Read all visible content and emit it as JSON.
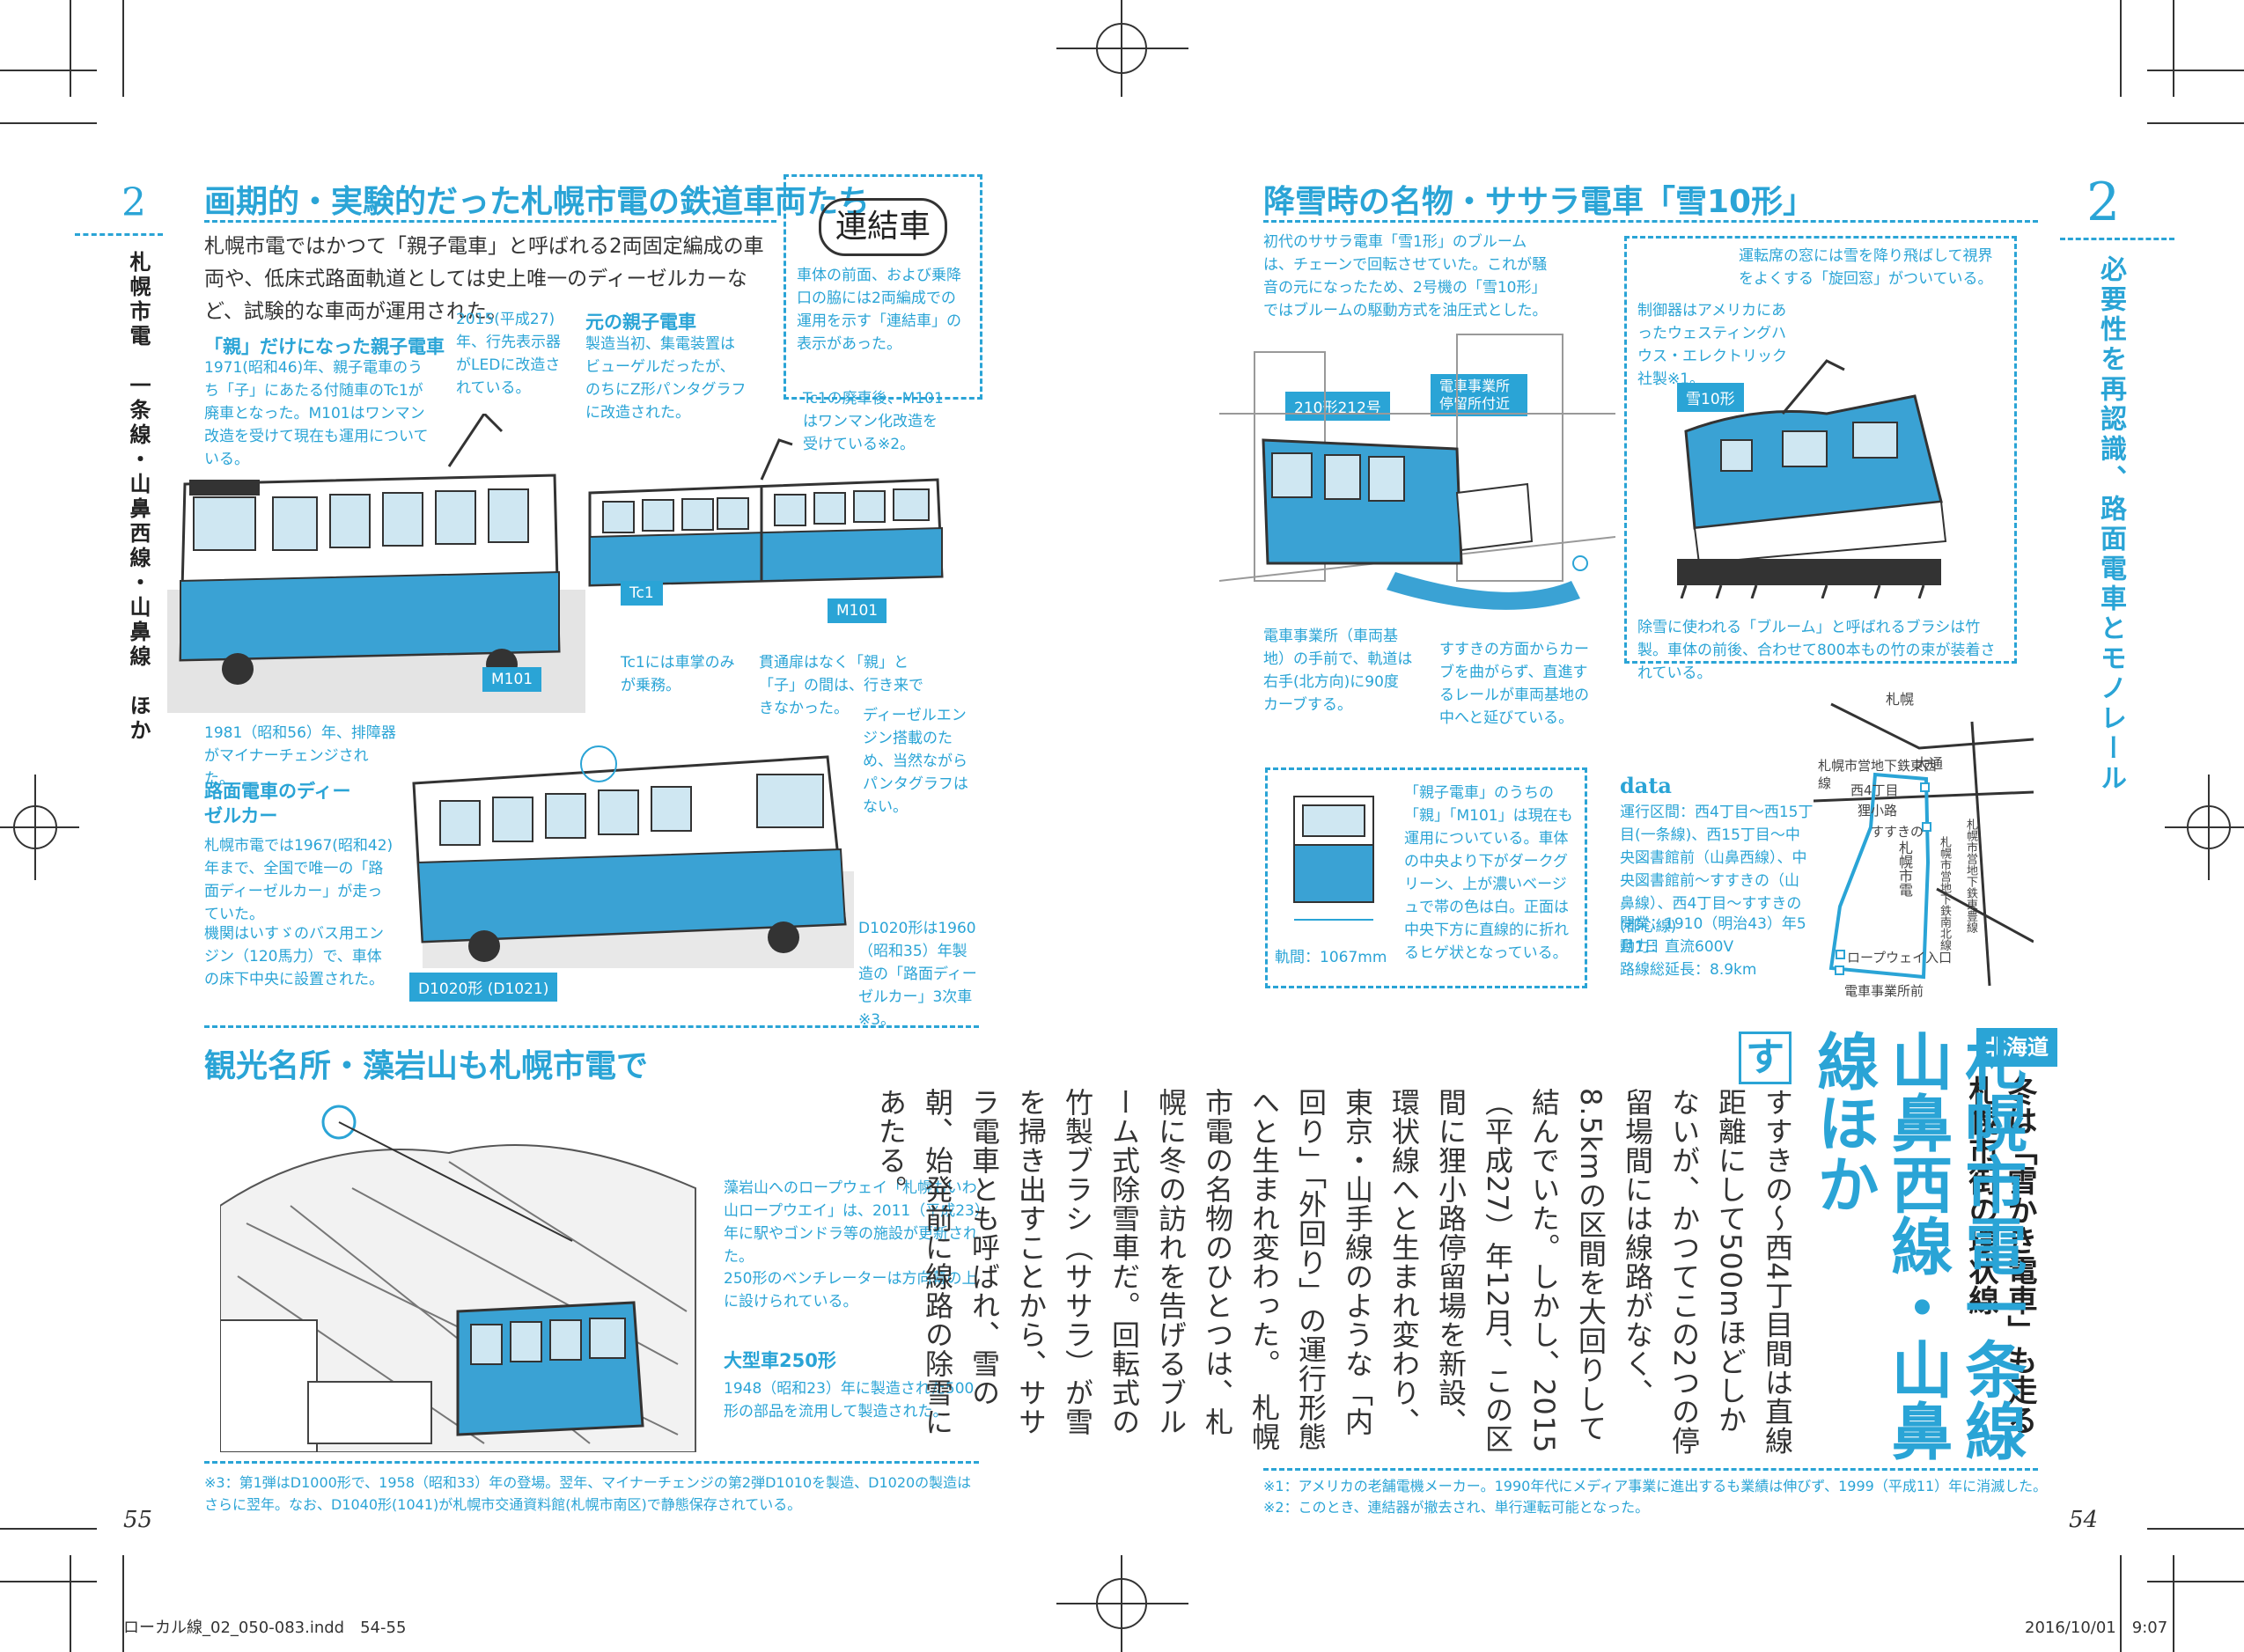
{
  "left_page": {
    "chapter_number": "2",
    "running_head": "札幌市電　一条線・山鼻西線・山鼻線　ほか",
    "section1": {
      "title": "画期的・実験的だった札幌市電の鉄道車両たち",
      "intro": "札幌市電ではかつて「親子電車」と呼ばれる2両固定編成の車両や、低床式路面軌道としては史上唯一のディーゼルカーなど、試験的な車両が運用された。",
      "box_title": "連結車",
      "box_text": "車体の前面、および乗降口の脇には2両編成での運用を示す「連結車」の表示があった。",
      "oyako_heading": "「親」だけになった親子電車",
      "oyako_text": "1971(昭和46)年、親子電車のうち「子」にあたる付随車のTc1が廃車となった。M101はワンマン改造を受けて現在も運用についている。",
      "led_note": "2015(平成27)年、行先表示器がLEDに改造されている。",
      "moto_heading": "元の親子電車",
      "moto_text": "製造当初、集電装置はビューゲルだったが、のちにZ形パンタグラフに改造された。",
      "tc1_retire": "Tc1の廃車後、M101はワンマン化改造を受けている※2。",
      "tc1_label": "Tc1",
      "m101_label": "M101",
      "m101_label2": "M101",
      "tc1_driver": "Tc1には車掌のみが乗務。",
      "kantsu": "貫通扉はなく「親」と「子」の間は、行き来できなかった。",
      "minor_change": "1981（昭和56）年、排障器がマイナーチェンジされた。",
      "diesel_heading": "路面電車のディーゼルカー",
      "diesel_text": "札幌市電では1967(昭和42)年まで、全国で唯一の「路面ディーゼルカー」が走っていた。",
      "diesel_panta": "ディーゼルエンジン搭載のため、当然ながらパンタグラフはない。",
      "engine_note": "機関はいすゞのバス用エンジン（120馬力）で、車体の床下中央に設置された。",
      "d1020_note": "D1020形は1960（昭和35）年製造の「路面ディーゼルカー」3次車※3。",
      "d1020_label": "D1020形 (D1021)"
    },
    "section2": {
      "title": "観光名所・藻岩山も札幌市電で",
      "ropeway_note": "藻岩山へのロープウェイ「札幌もいわ山ロープウエイ」は、2011（平成23）年に駅やゴンドラ等の施設が更新された。",
      "ventilator_note": "250形のベンチレーターは方向幕の上に設けられている。",
      "big_car_heading": "大型車250形",
      "big_car_text": "1948（昭和23）年に製造された500形の部品を流用して製造された。"
    },
    "footnote": "※3：第1弾はD1000形で、1958（昭和33）年の登場。翌年、マイナーチェンジの第2弾D1010を製造、D1020の製造はさらに翌年。なお、D1040形(1041)が札幌市交通資料館(札幌市南区)で静態保存されている。",
    "page_number": "55"
  },
  "right_page": {
    "chapter_number": "2",
    "running_head": "必要性を再認識、路面電車とモノレール",
    "section_title": "降雪時の名物・ササラ電車「雪10形」",
    "sasara_intro": "初代のササラ電車「雪1形」のブルームは、チェーンで回転させていた。これが騒音の元になったため、2号機の「雪10形」ではブルームの駆動方式を油圧式とした。",
    "window_note": "運転席の窓には雪を降り飛ばして視界をよくする「旋回窓」がついている。",
    "controller_note": "制御器はアメリカにあったウェスティングハウス・エレクトリック社製※1。",
    "yuki10_label": "雪10形",
    "label_210": "210形212号",
    "label_office": "電車事業所停留所付近",
    "brush_note": "除雪に使われる「ブルーム」と呼ばれるブラシは竹製。車体の前後、合わせて800本もの竹の束が装着されている。",
    "office_note": "電車事業所（車両基地）の手前で、軌道は右手(北方向)に90度カーブする。",
    "susukino_note": "すすきの方面からカーブを曲がらず、直進するレールが車両基地の中へと延びている。",
    "color_note": "「親子電車」のうちの「親」「M101」は現在も運用についている。車体の中央より下がダークグリーン、上が濃いベージュで帯の色は白。正面は中央下方に直線的に折れるヒゲ状となっている。",
    "gauge": "軌間：1067mm",
    "data_heading": "data",
    "data_lines": [
      "運行区間：西4丁目〜西15丁目(一条線)、西15丁目〜中央図書館前（山鼻西線）、中央図書館前〜すすきの（山鼻線）、西4丁目〜すすきの(都心線)",
      "開業：1910（明治43）年5月1日",
      "動力：直流600V",
      "路線総延長：8.9km"
    ],
    "map_labels": {
      "sapporo": "札幌",
      "subway": "札幌市営地下鉄東西線",
      "odori": "大通",
      "nishi4": "西4丁目",
      "tanuki": "狸小路",
      "susukino": "すすきの",
      "shiden": "札幌市電",
      "ropeway": "ロープウェイ入口",
      "office": "電車事業所前",
      "namboku": "札幌市営地下鉄南北線",
      "toho": "札幌市営地下鉄東豊線"
    },
    "region_tag": "北海道",
    "subtitle": "冬は「雪かき電車」も走る札幌市街の環状線",
    "main_title": "札幌市電一条線山鼻西線・山鼻線ほか",
    "drop_cap": "す",
    "body_text": "すすきの〜西4丁目間は直線距離にして500mほどしかないが、かつてこの2つの停留場間には線路がなく、8.5kmの区間を大回りして結んでいた。しかし、2015（平成27）年12月、この区間に狸小路停留場を新設、環状線へと生まれ変わり、東京・山手線のような「内回り」「外回り」の運行形態へと生まれ変わった。　札幌市電の名物のひとつは、札幌に冬の訪れを告げるブルーム式除雪車だ。回転式の竹製ブラシ（ササラ）が雪を掃き出すことから、ササラ電車とも呼ばれ、雪の朝、始発前に線路の除雪にあたる。",
    "footnote1": "※1：アメリカの老舗電機メーカー。1990年代にメディア事業に進出するも業績は伸びず、1999（平成11）年に消滅した。",
    "footnote2": "※2：このとき、連結器が撤去され、単行運転可能となった。",
    "page_number": "54"
  },
  "slug": {
    "file": "ローカル線_02_050-083.indd　54-55",
    "date": "2016/10/01　9:07"
  },
  "colors": {
    "accent": "#2aa4d6",
    "text": "#2a2a2a"
  }
}
